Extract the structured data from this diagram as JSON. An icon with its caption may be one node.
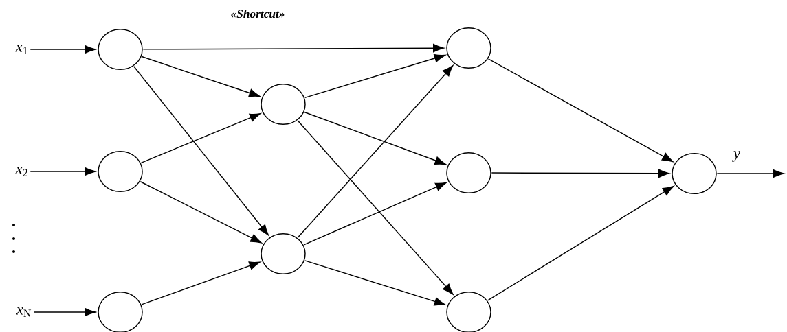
{
  "diagram": {
    "nodes": [
      {
        "text": [
          "*x*$_{1}$"
        ]
      },
      {
        "text": [
          "*x*$_{2}$"
        ]
      },
      {
        "text": [
          "*x*$_{N}$"
        ]
      },
      {
        "text": [],
        "shape": "circle"
      },
      {
        "text": [],
        "shape": "circle"
      },
      {
        "text": [],
        "shape": "circle"
      },
      {
        "text": [],
        "shape": "circle"
      },
      {
        "text": [],
        "shape": "circle"
      },
      {
        "text": [],
        "shape": "circle"
      },
      {
        "text": [],
        "shape": "circle"
      },
      {
        "text": [],
        "shape": "circle"
      },
      {
        "text": [],
        "shape": "circle"
      }
    ],
    "edges": [
      {
        "from": 0,
        "to": 3,
        "arrow": "to"
      },
      {
        "from": 1,
        "to": 4,
        "arrow": "to"
      },
      {
        "from": 2,
        "to": 5,
        "arrow": "to"
      },
      {
        "from": 3,
        "to": 8,
        "arrow": "to",
        "label": "«Shortcut»"
      },
      {
        "from": 3,
        "to": 6,
        "arrow": "to"
      },
      {
        "from": 3,
        "to": 7,
        "arrow": "to"
      },
      {
        "from": 4,
        "to": 6,
        "arrow": "to"
      },
      {
        "from": 4,
        "to": 7,
        "arrow": "to"
      },
      {
        "from": 5,
        "to": 7,
        "arrow": "to"
      },
      {
        "from": 6,
        "to": 8,
        "arrow": "to"
      },
      {
        "from": 6,
        "to": 9,
        "arrow": "to"
      },
      {
        "from": 6,
        "to": 10,
        "arrow": "to"
      },
      {
        "from": 7,
        "to": 8,
        "arrow": "to"
      },
      {
        "from": 7,
        "to": 9,
        "arrow": "to"
      },
      {
        "from": 7,
        "to": 10,
        "arrow": "to"
      },
      {
        "from": 8,
        "to": 11,
        "arrow": "to"
      },
      {
        "from": 9,
        "to": 11,
        "arrow": "to"
      },
      {
        "from": 10,
        "to": 11,
        "arrow": "to"
      },
      {
        "from": 11,
        "to": null,
        "arrow": "to",
        "label": "y"
      }
    ]
  }
}
